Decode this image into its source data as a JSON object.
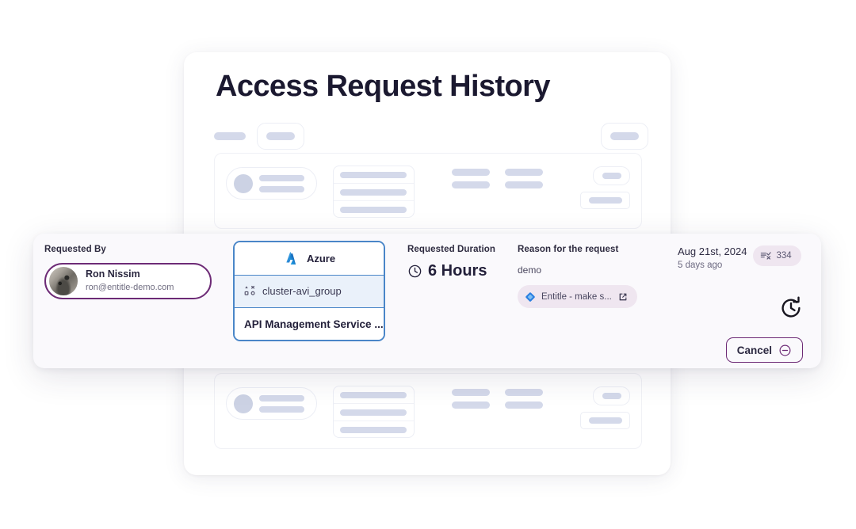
{
  "page": {
    "title": "Access Request History"
  },
  "skeleton": {
    "toolbar_placeholder": "",
    "rows": 2
  },
  "request": {
    "requested_by": {
      "label": "Requested By",
      "name": "Ron Nissim",
      "email": "ron@entitle-demo.com",
      "avatar_alt": "user-photo"
    },
    "resource": {
      "app_name": "Azure",
      "app_icon": "azure-logo-icon",
      "group_name": "cluster-avi_group",
      "group_icon": "cluster-group-icon",
      "permission_name": "API Management Service ..."
    },
    "duration": {
      "label": "Requested Duration",
      "value": "6 Hours",
      "icon": "clock-icon"
    },
    "reason": {
      "label": "Reason for the request",
      "text": "demo",
      "ticket": {
        "icon": "jira-diamond-icon",
        "label": "Entitle - make s...",
        "external_icon": "external-link-icon"
      }
    },
    "meta": {
      "date": "Aug 21st, 2024",
      "relative": "5 days ago",
      "count_badge": {
        "icon": "task-list-icon",
        "value": "334"
      },
      "extend_icon": "clock-refresh-icon"
    },
    "actions": {
      "cancel_label": "Cancel",
      "cancel_icon": "minus-circle-icon"
    }
  },
  "colors": {
    "accent_purple": "#6d2b76",
    "accent_blue": "#4a86c8",
    "title": "#1b1930",
    "badge_bg": "#efe6f0",
    "skeleton": "#d4d9ea"
  }
}
